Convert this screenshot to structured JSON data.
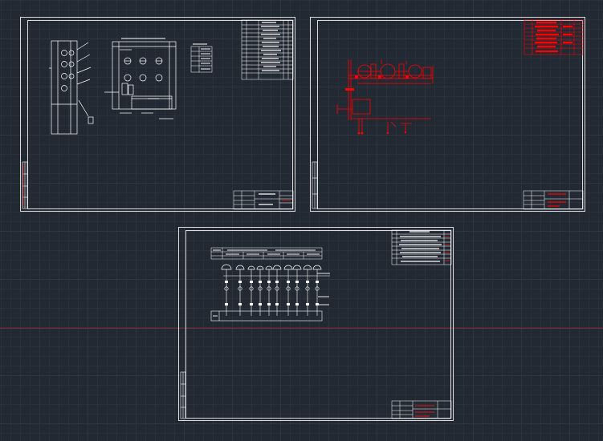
{
  "app": {
    "type": "cad-model-space",
    "background_color": "#222933",
    "grid_color": "#2d3541",
    "axis_color": "#7a2a2a"
  },
  "drawings": [
    {
      "name": "sheet-1",
      "line_color": "#ffffff",
      "content": "assembly-drawing"
    },
    {
      "name": "sheet-2",
      "line_color": "#ff0000",
      "content": "piping-schematic"
    },
    {
      "name": "sheet-3",
      "line_color": "#ffffff",
      "content": "electrical-single-line-diagram"
    }
  ]
}
